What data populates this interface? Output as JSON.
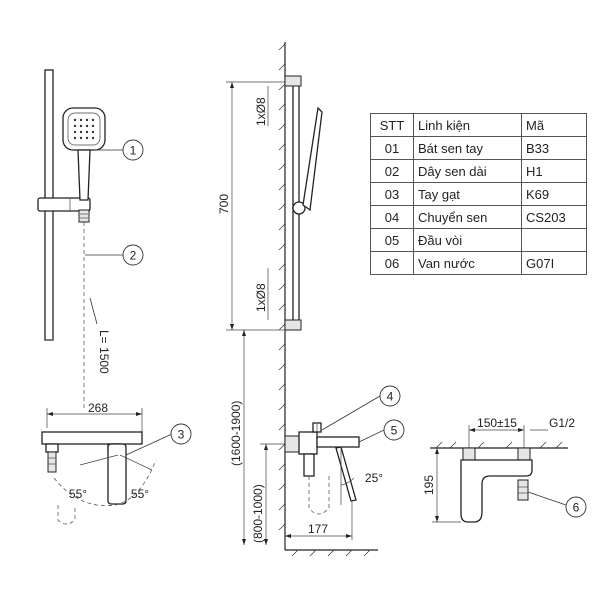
{
  "table": {
    "headers": [
      "STT",
      "Linh kiện",
      "Mã"
    ],
    "rows": [
      [
        "01",
        "Bát sen tay",
        "B33"
      ],
      [
        "02",
        "Dây sen dài",
        "H1"
      ],
      [
        "03",
        "Tay gạt",
        "K69"
      ],
      [
        "04",
        "Chuyển sen",
        "CS203"
      ],
      [
        "05",
        "Đầu vòi",
        ""
      ],
      [
        "06",
        "Van nước",
        "G07I"
      ]
    ]
  },
  "callouts": [
    "1",
    "2",
    "3",
    "4",
    "5",
    "6"
  ],
  "dimensions": {
    "hose_length": "L= 1500",
    "faucet_width": "268",
    "angle_left": "55°",
    "angle_right": "55°",
    "rail_height": "700",
    "bracket_top": "1xØ8",
    "bracket_bottom": "1xØ8",
    "mount_height_upper": "(1600-1900)",
    "mount_height_lower": "(800-1000)",
    "spout_angle": "25°",
    "wall_offset": "177",
    "valve_spacing": "150±15",
    "thread": "G1/2",
    "valve_height": "195"
  },
  "colors": {
    "line": "#222222",
    "fill": "#ffffff",
    "shade": "#e6e6e6"
  }
}
